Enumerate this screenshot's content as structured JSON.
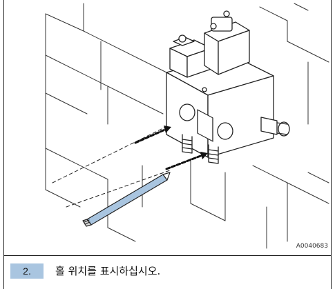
{
  "figure": {
    "id": "A0040683"
  },
  "step": {
    "number": "2.",
    "text": "홀 위치를 표시하십시오."
  }
}
